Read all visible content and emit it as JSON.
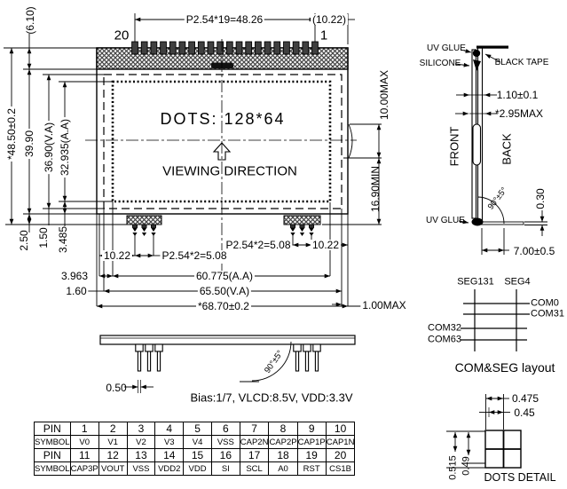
{
  "front_view": {
    "pin20": "20",
    "pin1": "1",
    "dim_pin_pitch": "P2.54*19=48.26",
    "dim_edge_offset": "(10.22)",
    "dim_strip_height": "(6.10)",
    "dim_total_height": "*48.50±0.2",
    "dim_height_39": "39.90",
    "dim_va_height": "36.90(V.A)",
    "dim_aa_height": "32.935(A.A)",
    "dim_2_50": "2.50",
    "dim_1_50": "1.50",
    "dim_3_485": "3.485",
    "dots": "DOTS: 128*64",
    "viewing": "VIEWING DIRECTION",
    "dim_10max": "10.00MAX",
    "dim_16min": "16.90MIN",
    "dim_10_22_left": "10.22",
    "dim_pitch2_left": "P2.54*2=5.08",
    "dim_pitch2_right": "P2.54*2=5.08",
    "dim_10_22_right": "10.22",
    "dim_3_963": "3.963",
    "dim_aa_width": "60.775(A.A)",
    "dim_1_60": "1.60",
    "dim_va_width": "65.50(V.A)",
    "dim_total_width": "*68.70±0.2",
    "dim_1_00max": "1.00MAX"
  },
  "side_view": {
    "uv_glue_top": "UV GLUE",
    "silicone": "SILICONE",
    "black_tape": "BLACK TAPE",
    "dim_glass": "1.10±0.1",
    "dim_stack": "*2.95MAX",
    "front": "FRONT",
    "back": "BACK",
    "uv_glue_bottom": "UV GLUE",
    "angle": "90°±5°",
    "dim_pin_thick": "0.30",
    "dim_pin_len": "7.00±0.5"
  },
  "com_seg": {
    "seg131": "SEG131",
    "seg4": "SEG4",
    "com0": "COM0",
    "com31": "COM31",
    "com32": "COM32",
    "com63": "COM63",
    "caption": "COM&SEG layout"
  },
  "bottom_view": {
    "dim_pin_width": "0.50",
    "angle": "90°±5°",
    "note": "Bias:1/7, VLCD:8.5V, VDD:3.3V"
  },
  "dots_detail": {
    "dim_pitch_x": "0.475",
    "dim_dot_w": "0.45",
    "dim_pitch_y": "0.515",
    "dim_dot_h": "0.49",
    "caption": "DOTS DETAIL"
  },
  "pin_table": {
    "rows": [
      [
        "PIN",
        "1",
        "2",
        "3",
        "4",
        "5",
        "6",
        "7",
        "8",
        "9",
        "10"
      ],
      [
        "SYMBOL",
        "V0",
        "V1",
        "V2",
        "V3",
        "V4",
        "VSS",
        "CAP2N",
        "CAP2P",
        "CAP1P",
        "CAP1N"
      ],
      [
        "PIN",
        "11",
        "12",
        "13",
        "14",
        "15",
        "16",
        "17",
        "18",
        "19",
        "20"
      ],
      [
        "SYMBOL",
        "CAP3P",
        "VOUT",
        "VSS",
        "VDD2",
        "VDD",
        "SI",
        "SCL",
        "A0",
        "RST",
        "CS1B"
      ]
    ]
  }
}
